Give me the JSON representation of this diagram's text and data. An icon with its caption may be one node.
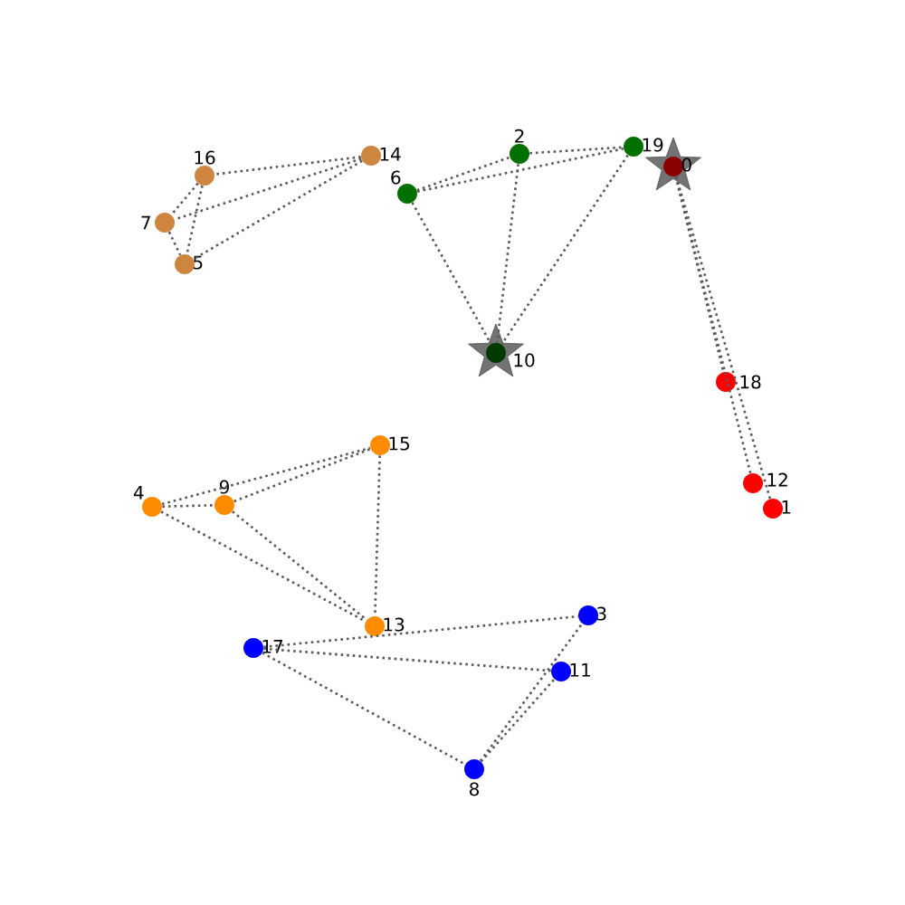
{
  "diagram": {
    "nodes": [
      {
        "text": [
          "0"
        ]
      },
      {
        "text": [
          "1"
        ]
      },
      {
        "text": [
          "2"
        ]
      },
      {
        "text": [
          "3"
        ]
      },
      {
        "text": [
          "4"
        ]
      },
      {
        "text": [
          "5"
        ]
      },
      {
        "text": [
          "6"
        ]
      },
      {
        "text": [
          "7"
        ]
      },
      {
        "text": [
          "8"
        ]
      },
      {
        "text": [
          "9"
        ]
      },
      {
        "text": [
          "10"
        ]
      },
      {
        "text": [
          "11"
        ]
      },
      {
        "text": [
          "12"
        ]
      },
      {
        "text": [
          "13"
        ]
      },
      {
        "text": [
          "14"
        ]
      },
      {
        "text": [
          "15"
        ]
      },
      {
        "text": [
          "16"
        ]
      },
      {
        "text": [
          "17"
        ]
      },
      {
        "text": [
          "18"
        ]
      },
      {
        "text": [
          "19"
        ]
      }
    ],
    "edges": [
      {
        "from": 14,
        "to": 16,
        "arrow": "none"
      },
      {
        "from": 14,
        "to": 7,
        "arrow": "none"
      },
      {
        "from": 14,
        "to": 5,
        "arrow": "none"
      },
      {
        "from": 16,
        "to": 7,
        "arrow": "none"
      },
      {
        "from": 16,
        "to": 5,
        "arrow": "none"
      },
      {
        "from": 7,
        "to": 5,
        "arrow": "none"
      },
      {
        "from": 6,
        "to": 2,
        "arrow": "none"
      },
      {
        "from": 6,
        "to": 19,
        "arrow": "none"
      },
      {
        "from": 2,
        "to": 19,
        "arrow": "none"
      },
      {
        "from": 6,
        "to": 10,
        "arrow": "none"
      },
      {
        "from": 2,
        "to": 10,
        "arrow": "none"
      },
      {
        "from": 19,
        "to": 10,
        "arrow": "none"
      },
      {
        "from": 0,
        "to": 18,
        "arrow": "none"
      },
      {
        "from": 0,
        "to": 12,
        "arrow": "none"
      },
      {
        "from": 0,
        "to": 1,
        "arrow": "none"
      },
      {
        "from": 4,
        "to": 15,
        "arrow": "none"
      },
      {
        "from": 9,
        "to": 15,
        "arrow": "none"
      },
      {
        "from": 4,
        "to": 9,
        "arrow": "none"
      },
      {
        "from": 4,
        "to": 13,
        "arrow": "none"
      },
      {
        "from": 9,
        "to": 13,
        "arrow": "none"
      },
      {
        "from": 15,
        "to": 13,
        "arrow": "none"
      },
      {
        "from": 17,
        "to": 3,
        "arrow": "none"
      },
      {
        "from": 17,
        "to": 11,
        "arrow": "none"
      },
      {
        "from": 17,
        "to": 8,
        "arrow": "none"
      },
      {
        "from": 8,
        "to": 3,
        "arrow": "none"
      },
      {
        "from": 8,
        "to": 11,
        "arrow": "none"
      }
    ]
  }
}
